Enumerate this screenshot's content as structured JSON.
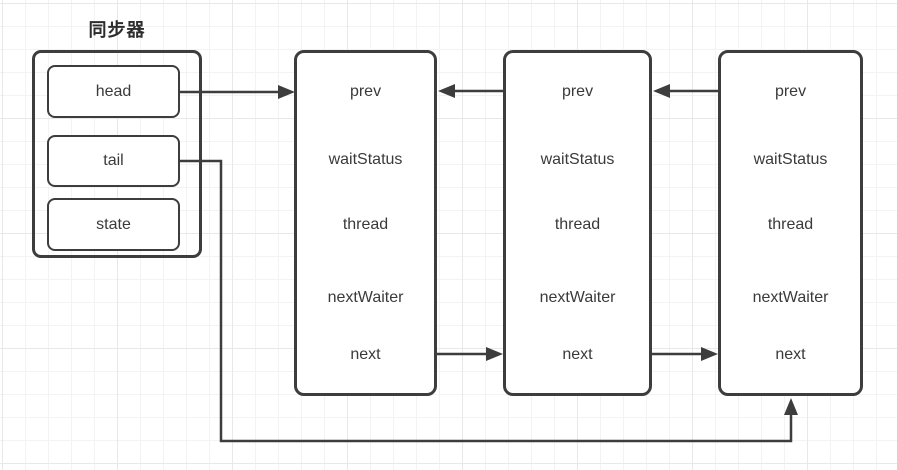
{
  "diagram": {
    "kind": "linked-queue-structure",
    "colors": {
      "background": "#ffffff",
      "grid_line": "#f0edef",
      "stroke": "#3d3d3d",
      "text": "#3a3a3a"
    }
  },
  "synchronizer": {
    "title": "同步器",
    "fields": [
      "head",
      "tail",
      "state"
    ]
  },
  "nodes": [
    {
      "id": "node-1",
      "fields": [
        "prev",
        "waitStatus",
        "thread",
        "nextWaiter",
        "next"
      ]
    },
    {
      "id": "node-2",
      "fields": [
        "prev",
        "waitStatus",
        "thread",
        "nextWaiter",
        "next"
      ]
    },
    {
      "id": "node-3",
      "fields": [
        "prev",
        "waitStatus",
        "thread",
        "nextWaiter",
        "next"
      ]
    }
  ],
  "edges": [
    {
      "from": "synchronizer.head",
      "to": "node-1",
      "direction": "right"
    },
    {
      "from": "synchronizer.tail",
      "to": "node-3",
      "direction": "down-right-up"
    },
    {
      "from": "node-2.prev",
      "to": "node-1",
      "direction": "left"
    },
    {
      "from": "node-3.prev",
      "to": "node-2",
      "direction": "left"
    },
    {
      "from": "node-1.next",
      "to": "node-2",
      "direction": "right"
    },
    {
      "from": "node-2.next",
      "to": "node-3",
      "direction": "right"
    }
  ]
}
